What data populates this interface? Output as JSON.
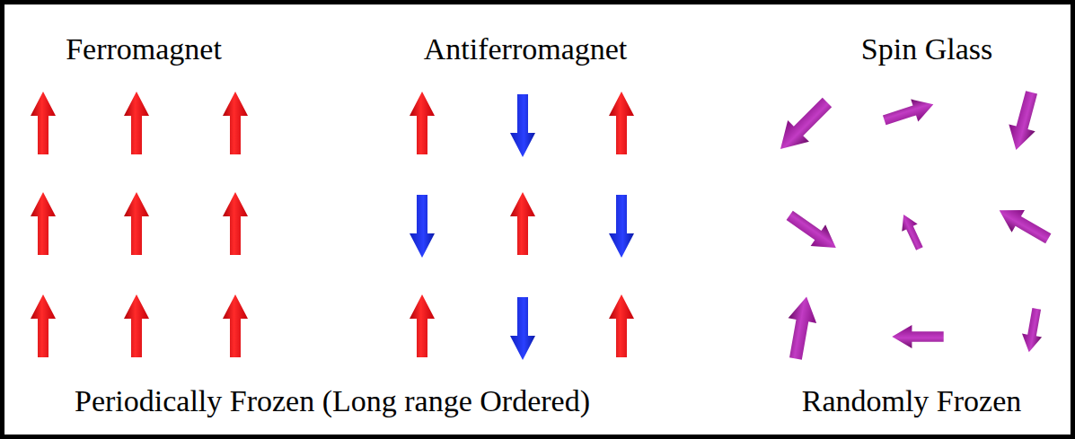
{
  "diagram": {
    "labels": [
      "Ferromagnet",
      "Antiferromagnet",
      "Spin Glass",
      "Periodically Frozen (Long range Ordered)",
      "Randomly Frozen"
    ]
  }
}
